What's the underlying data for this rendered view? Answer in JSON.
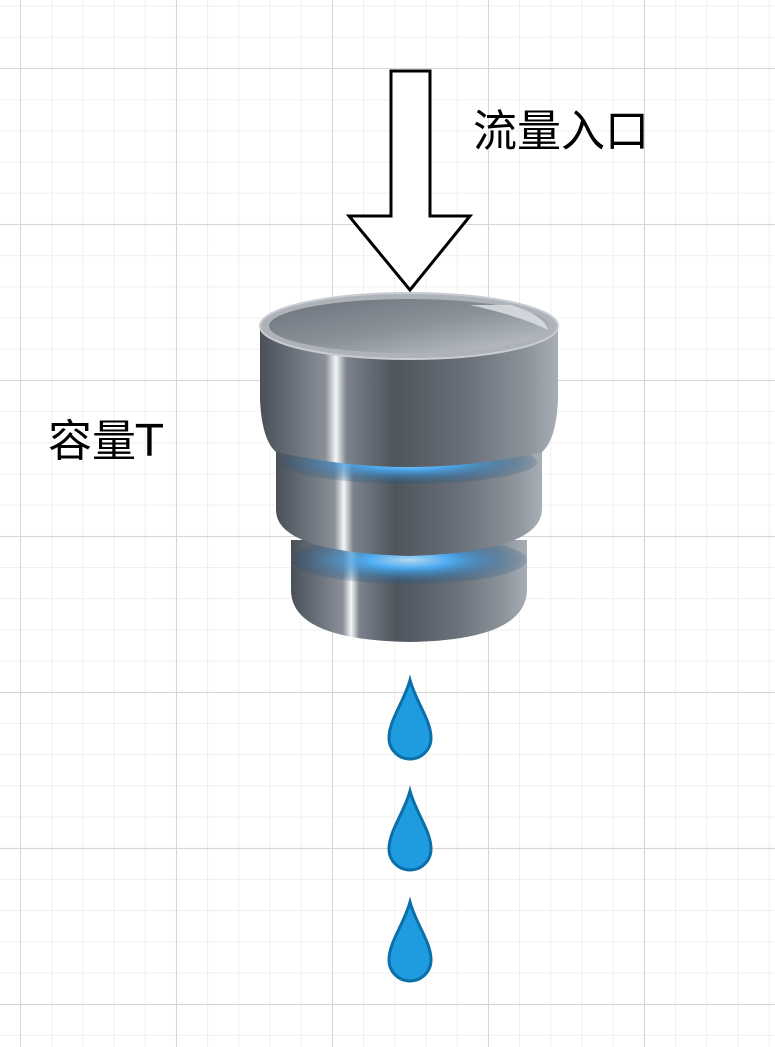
{
  "diagram": {
    "inlet_label": "流量入口",
    "capacity_label": "容量T",
    "icons": {
      "arrow": "down-arrow-icon",
      "bucket": "database-bucket-icon",
      "drop": "water-drop-icon"
    },
    "drops_count": 3,
    "colors": {
      "drop_fill": "#1f9be0",
      "drop_stroke": "#0b6fa8",
      "bucket_body": "#5e6670",
      "bucket_glow": "#3aa7ff",
      "arrow_stroke": "#000000"
    }
  }
}
